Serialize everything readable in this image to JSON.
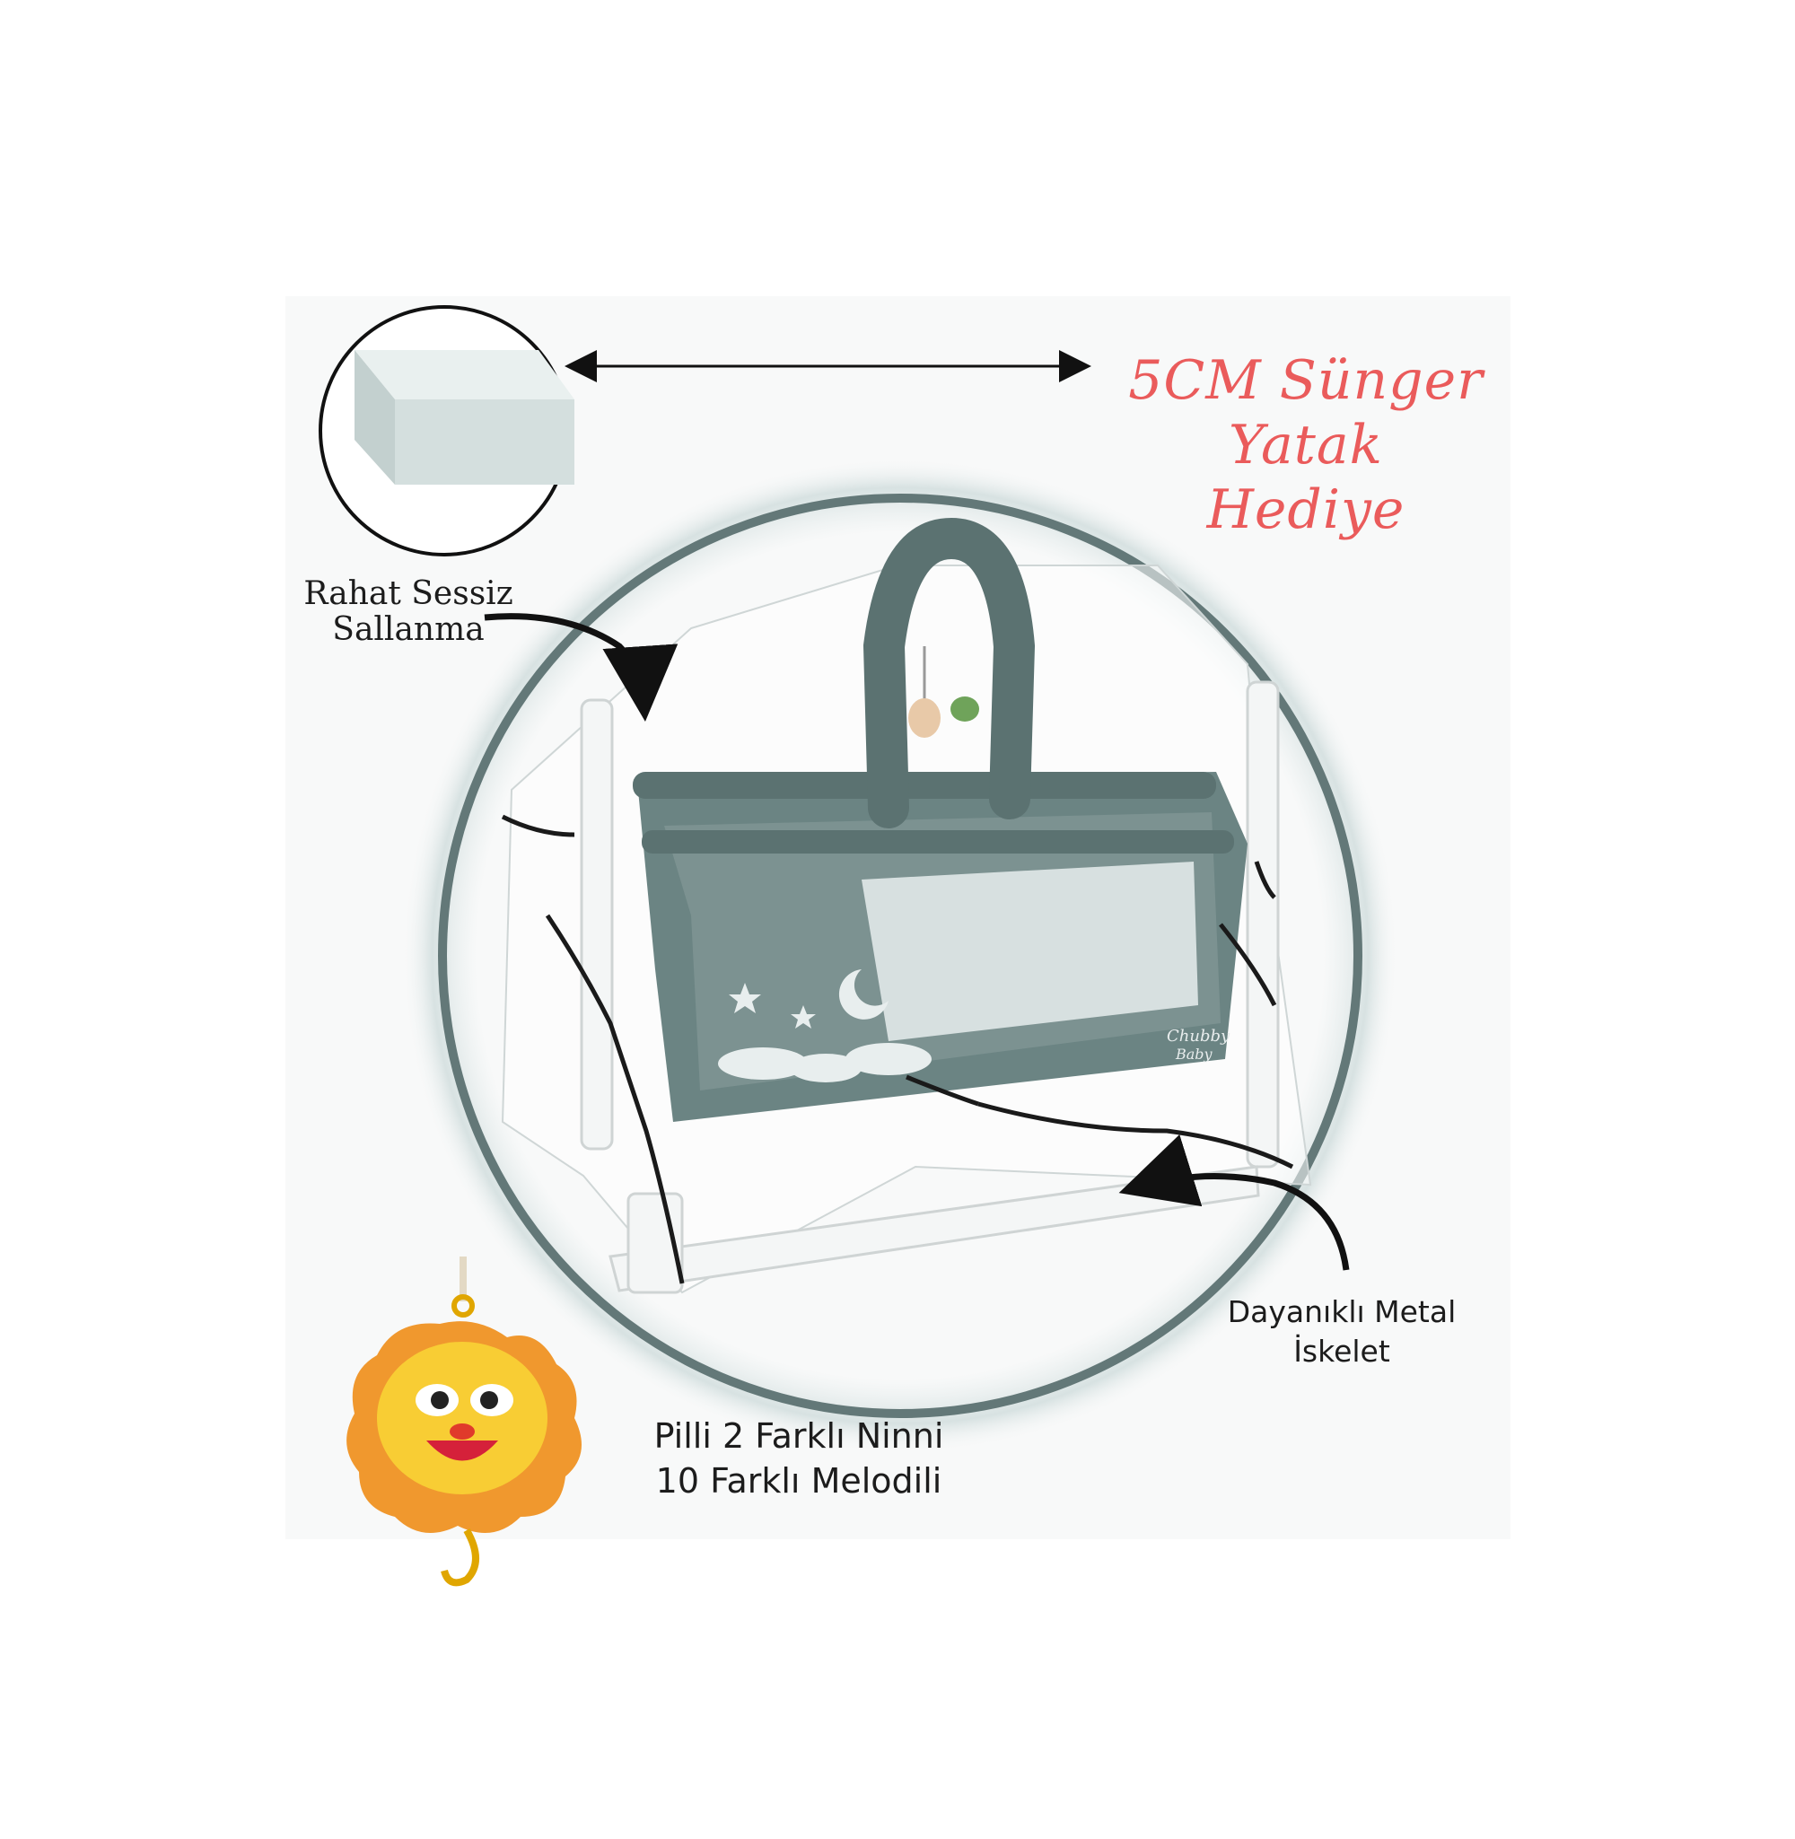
{
  "promo": {
    "line1": "5CM Sünger",
    "line2": "Yatak",
    "line3": "Hediye",
    "color": "#ea5b5b"
  },
  "callouts": {
    "rocking": {
      "line1": "Rahat Sessiz",
      "line2": "Sallanma"
    },
    "frame": {
      "line1": "Dayanıklı Metal",
      "line2": "İskelet"
    },
    "music": {
      "line1": "Pilli 2 Farklı Ninni",
      "line2": "10 Farklı Melodili"
    }
  },
  "product": {
    "brand_line1": "Chubby",
    "brand_line2": "Baby",
    "fabric_color": "#6b8483",
    "ring_color": "#637878"
  },
  "icons": [
    "mattress-icon",
    "double-arrow-icon",
    "curved-arrow-icon",
    "sun-music-box-icon"
  ]
}
